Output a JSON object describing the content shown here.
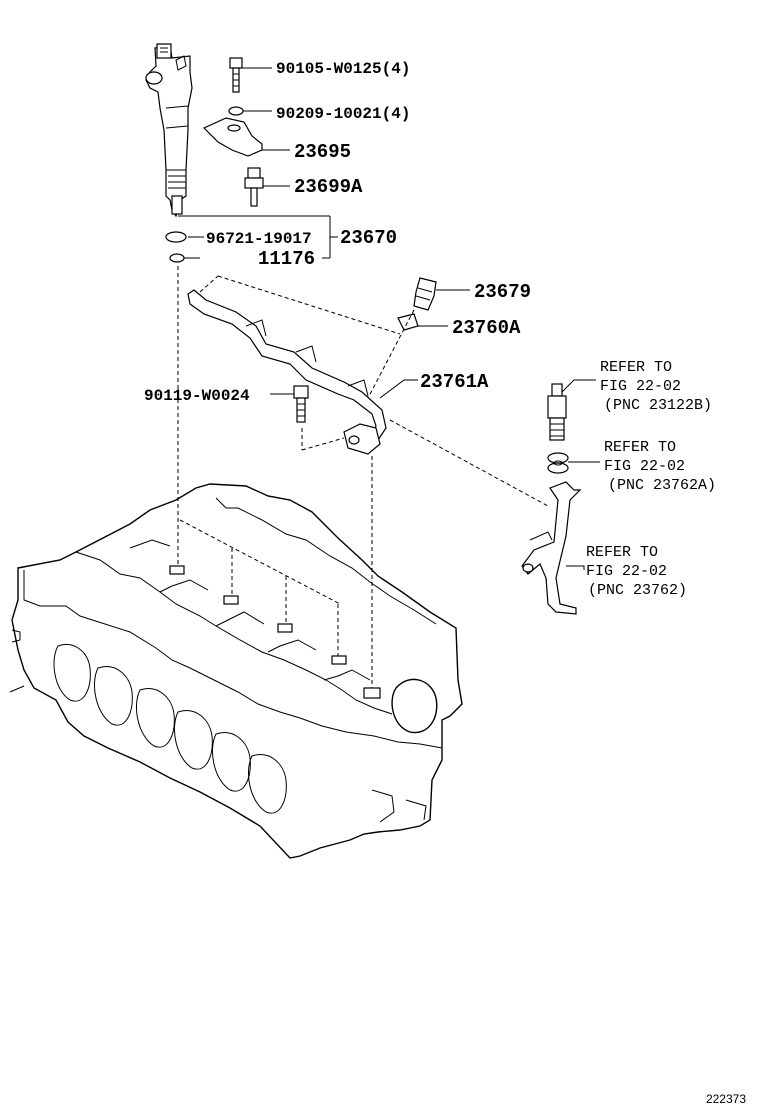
{
  "figure_number": "222373",
  "callouts": {
    "bolt_90105": "90105-W0125(4)",
    "washer_90209": "90209-10021(4)",
    "clamp_23695": "23695",
    "stud_23699a": "23699A",
    "ring_96721": "96721-19017",
    "injector_23670": "23670",
    "gasket_11176": "11176",
    "union_23679": "23679",
    "clip_23760a": "23760A",
    "pipe_23761a": "23761A",
    "bolt_90119": "90119-W0024"
  },
  "references": [
    {
      "line1": "REFER TO",
      "line2": "FIG 22-02",
      "line3": "(PNC 23122B)"
    },
    {
      "line1": "REFER TO",
      "line2": "FIG 22-02",
      "line3": "(PNC 23762A)"
    },
    {
      "line1": "REFER TO",
      "line2": "FIG 22-02",
      "line3": "(PNC 23762)"
    }
  ]
}
